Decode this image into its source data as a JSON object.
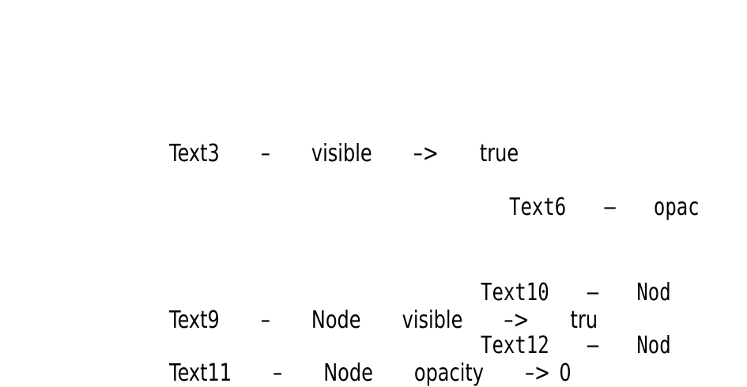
{
  "page": {
    "background_color": "#ffffff",
    "text_color": "#000000"
  },
  "texts": {
    "text3": "Text3  –  visible  –>  true",
    "text6": "Text6  –  opac",
    "text9": "Text9  –  Node  visible  –>  tru",
    "text10": "Text10  –  Nod",
    "text11_label": "Text11  –  Node  opacity  –>",
    "text11_value": "0",
    "text12": "Text12  –  Nod"
  }
}
